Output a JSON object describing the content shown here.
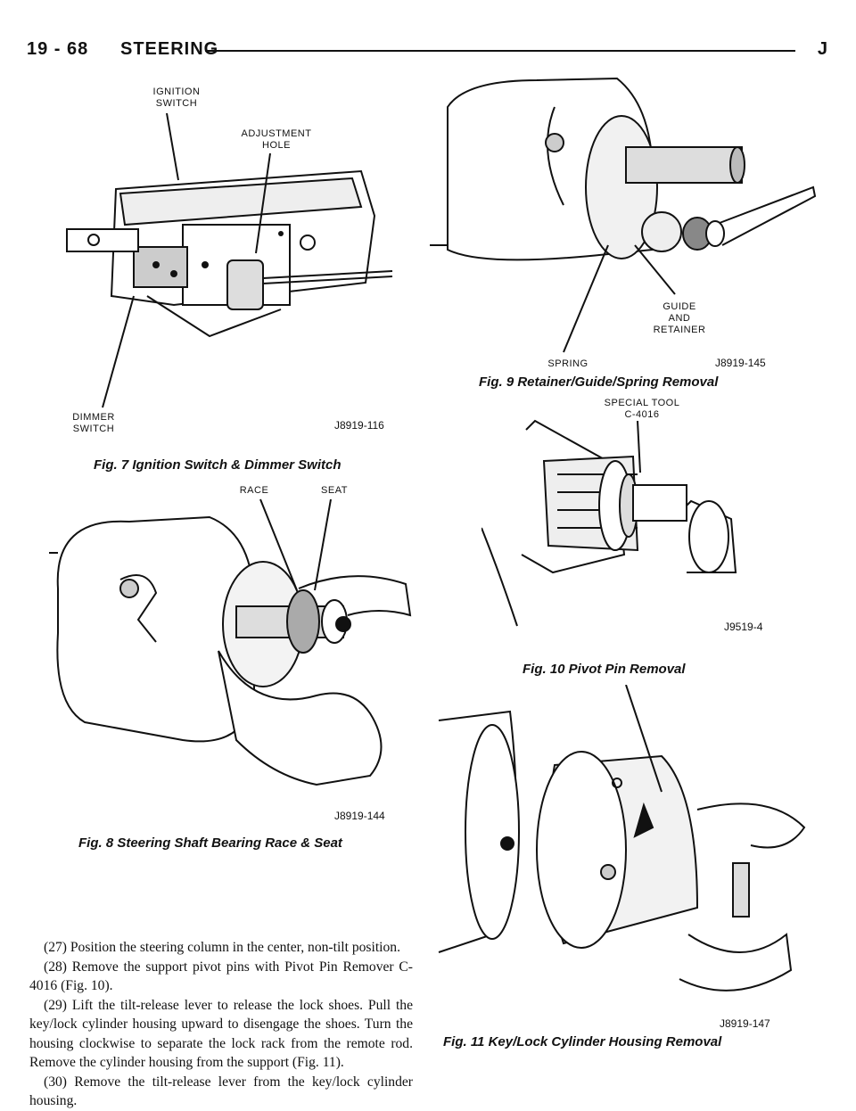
{
  "header": {
    "page_number": "19 - 68",
    "section": "STEERING",
    "letter": "J"
  },
  "figures": {
    "fig7": {
      "labels": {
        "ignition_switch": "IGNITION\nSWITCH",
        "adjustment_hole": "ADJUSTMENT\nHOLE",
        "dimmer_switch": "DIMMER\nSWITCH"
      },
      "code": "J8919-116",
      "caption": "Fig. 7 Ignition Switch & Dimmer Switch"
    },
    "fig8": {
      "labels": {
        "race": "RACE",
        "seat": "SEAT"
      },
      "code": "J8919-144",
      "caption": "Fig. 8 Steering Shaft Bearing Race & Seat"
    },
    "fig9": {
      "labels": {
        "guide_and_retainer": "GUIDE\nAND\nRETAINER",
        "spring": "SPRING"
      },
      "code": "J8919-145",
      "caption": "Fig. 9 Retainer/Guide/Spring Removal"
    },
    "fig10": {
      "labels": {
        "special_tool": "SPECIAL TOOL\nC-4016"
      },
      "code": "J9519-4",
      "caption": "Fig. 10 Pivot Pin Removal"
    },
    "fig11": {
      "code": "J8919-147",
      "caption": "Fig. 11 Key/Lock Cylinder Housing Removal"
    }
  },
  "body": {
    "paragraphs": [
      "(27) Position the steering column in the center, non-tilt position.",
      "(28) Remove the support pivot pins with Pivot Pin Remover C-4016 (Fig. 10).",
      "(29) Lift the tilt-release lever to release the lock shoes. Pull the key/lock cylinder housing upward to disengage the shoes. Turn the housing clockwise to separate the lock rack from the remote rod. Remove the cylinder housing from the support (Fig. 11).",
      "(30) Remove the tilt-release lever from the key/lock cylinder housing."
    ]
  }
}
